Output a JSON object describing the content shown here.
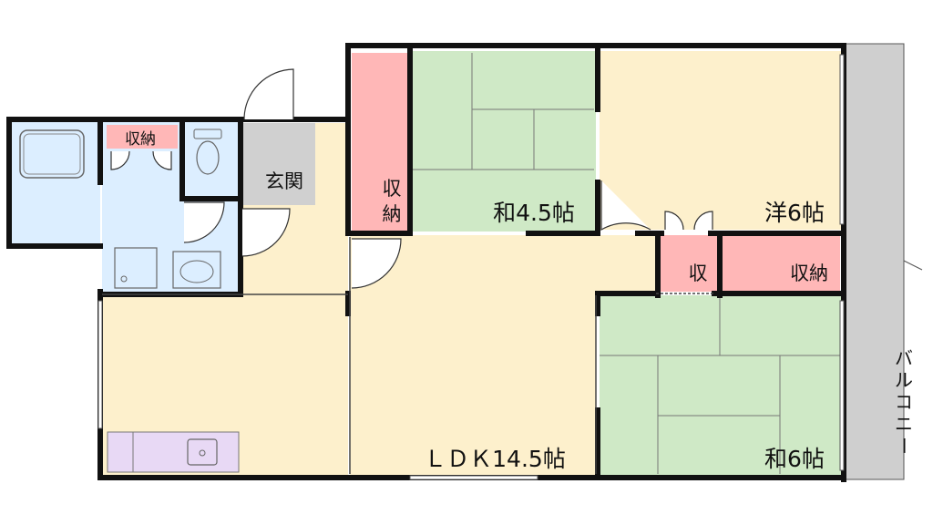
{
  "floorplan": {
    "rooms": {
      "washitsu_45": {
        "label": "和4.5帖",
        "type": "japanese"
      },
      "youshitsu_6": {
        "label": "洋6帖",
        "type": "western"
      },
      "washitsu_6": {
        "label": "和6帖",
        "type": "japanese"
      },
      "ldk": {
        "label": "ＬＤＫ14.5帖",
        "type": "ldk"
      },
      "genkan": {
        "label": "玄関",
        "type": "entrance"
      },
      "balcony": {
        "label": "バルコニー",
        "type": "balcony"
      }
    },
    "storage": {
      "closet_tall": {
        "label": "収納"
      },
      "closet_washroom": {
        "label": "収納"
      },
      "closet_small": {
        "label": "収"
      },
      "closet_right": {
        "label": "収納"
      }
    },
    "colors": {
      "wall": "#111111",
      "tatami": "#cfe9c6",
      "flooring": "#fdf0cc",
      "wet_area": "#dceeff",
      "storage": "#ffb7b7",
      "entrance": "#d0d0d0",
      "balcony": "#cfcfcf",
      "kitchen": "#e8d9f5"
    }
  }
}
